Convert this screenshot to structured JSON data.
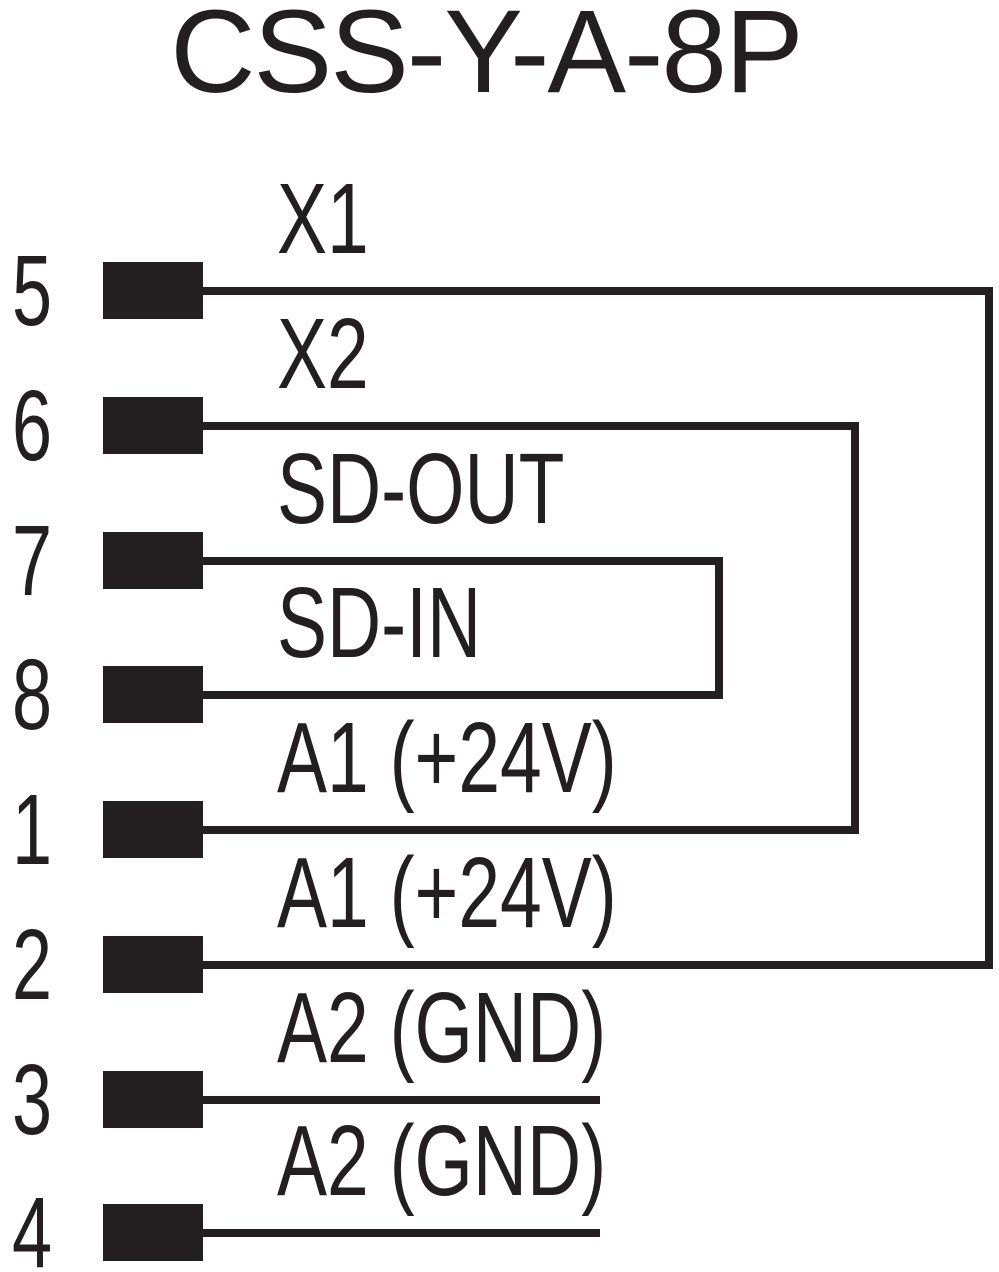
{
  "title": "CSS-Y-A-8P",
  "colors": {
    "ink": "#231f20",
    "paper": "#ffffff"
  },
  "pins": [
    {
      "number": "5",
      "signal": "X1"
    },
    {
      "number": "6",
      "signal": "X2"
    },
    {
      "number": "7",
      "signal": "SD-OUT"
    },
    {
      "number": "8",
      "signal": "SD-IN"
    },
    {
      "number": "1",
      "signal": "A1 (+24V)"
    },
    {
      "number": "2",
      "signal": "A1 (+24V)"
    },
    {
      "number": "3",
      "signal": "A2 (GND)"
    },
    {
      "number": "4",
      "signal": "A2 (GND)"
    }
  ],
  "connections": [
    {
      "from_pin": "5",
      "from_signal": "X1",
      "to_pin": "2",
      "to_signal": "A1 (+24V)"
    },
    {
      "from_pin": "6",
      "from_signal": "X2",
      "to_pin": "1",
      "to_signal": "A1 (+24V)"
    },
    {
      "from_pin": "7",
      "from_signal": "SD-OUT",
      "to_pin": "8",
      "to_signal": "SD-IN"
    }
  ],
  "open_stub_pins": [
    "3",
    "4"
  ]
}
